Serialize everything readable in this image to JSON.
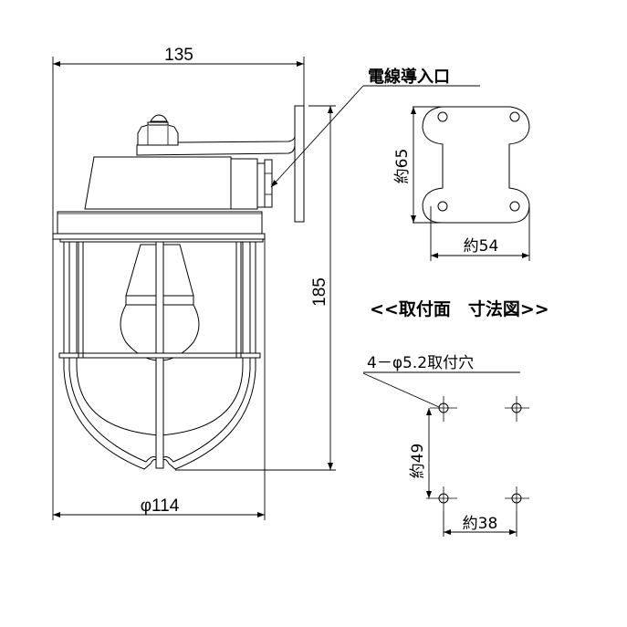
{
  "drawing": {
    "title": "<<取付面　寸法図>>",
    "side_view": {
      "width_label": "135",
      "height_label": "185",
      "diameter_label": "φ114"
    },
    "callouts": {
      "cable_entry": "電線導入口",
      "mount_holes": "4－φ5.2取付穴"
    },
    "base_plate": {
      "height_label": "約65",
      "width_label": "約54"
    },
    "hole_pattern": {
      "height_label": "約49",
      "width_label": "約38"
    }
  },
  "colors": {
    "line": "#000000",
    "background": "#ffffff"
  }
}
